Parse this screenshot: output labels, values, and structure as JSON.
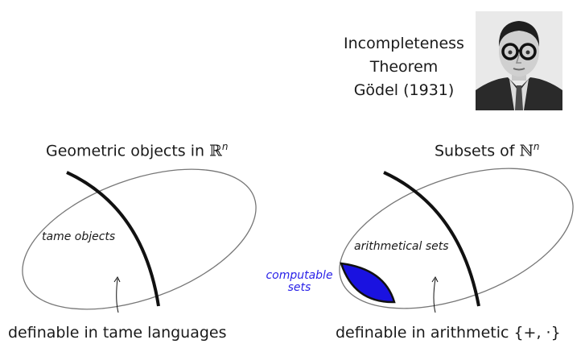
{
  "portrait_caption": {
    "line1": "Incompleteness",
    "line2": "Theorem",
    "line3": "Gödel (1931)"
  },
  "left_panel": {
    "heading_prefix": "Geometric objects in ",
    "heading_set": "ℝ",
    "heading_exp": "n",
    "region_label": "tame objects",
    "caption": "definable in tame languages"
  },
  "right_panel": {
    "heading_prefix": "Subsets of ",
    "heading_set": "ℕ",
    "heading_exp": "n",
    "region_label": "arithmetical sets",
    "sub_region_label_line1": "computable",
    "sub_region_label_line2": "sets",
    "caption": "definable in arithmetic {+, ·}"
  },
  "colors": {
    "computable_fill": "#1a12e0",
    "computable_text": "#2a22e8",
    "stroke": "#111111",
    "ellipse_stroke": "#777777"
  }
}
